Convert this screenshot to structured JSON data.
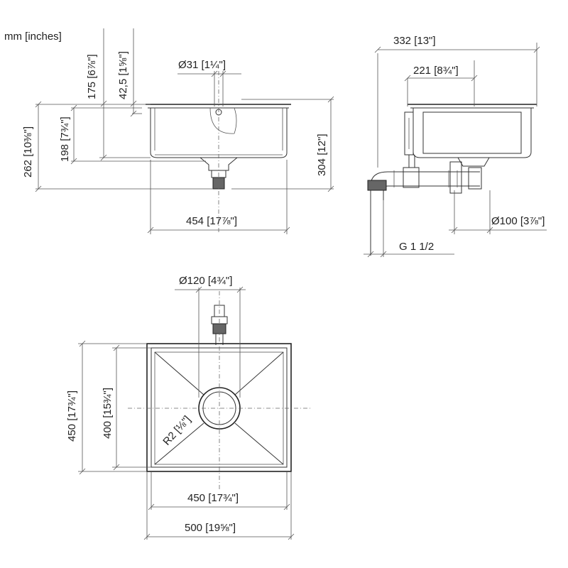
{
  "units_note": "mm [inches]",
  "front_view": {
    "diameter_overflow": "Ø31 [1¼\"]",
    "height_175": "175 [6⅞\"]",
    "height_42_5": "42,5 [1⅝\"]",
    "depth_262": "262 [10⅜\"]",
    "depth_198": "198 [7¾\"]",
    "depth_304": "304 [12\"]",
    "width_454": "454 [17⅞\"]"
  },
  "side_view": {
    "width_332": "332 [13\"]",
    "width_221": "221 [8¾\"]",
    "diameter_drain": "Ø100 [3⅞\"]",
    "thread": "G 1 1/2"
  },
  "top_view": {
    "diameter_waste": "Ø120 [4¾\"]",
    "height_450": "450 [17¾\"]",
    "height_400": "400 [15¾\"]",
    "radius": "R2 [⅛\"]",
    "width_450": "450 [17¾\"]",
    "width_500": "500 [19⅝\"]"
  }
}
